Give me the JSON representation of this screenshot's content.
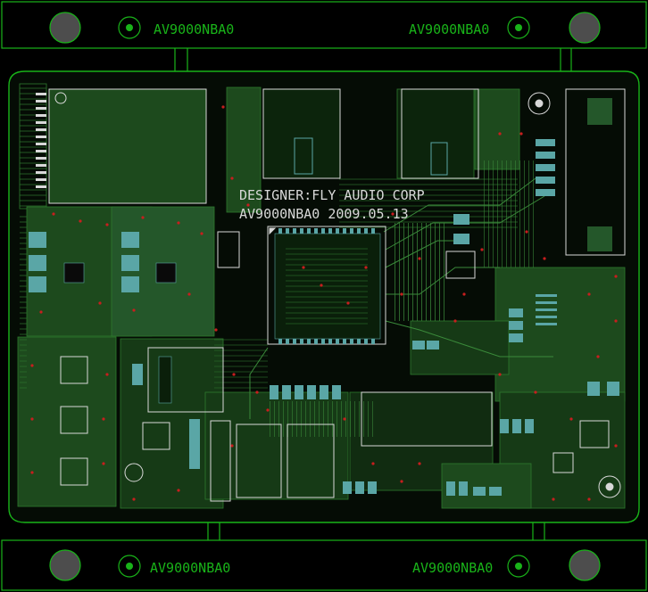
{
  "board": {
    "label_top_left": "AV9000NBA0",
    "label_top_right": "AV9000NBA0",
    "label_bottom_left": "AV9000NBA0",
    "label_bottom_right": "AV9000NBA0",
    "designer_line": "DESIGNER:FLY AUDIO CORP",
    "model_date_line": "AV9000NBA0  2009.05.13"
  },
  "colors": {
    "background": "#000000",
    "outline_green": "#19b319",
    "copper_pour": "#1d4a1d",
    "silkscreen": "#d8d8d8",
    "via_red": "#c81e1e",
    "pad_teal": "#5aa6a6",
    "mounting_hole": "#4d4d4d"
  }
}
